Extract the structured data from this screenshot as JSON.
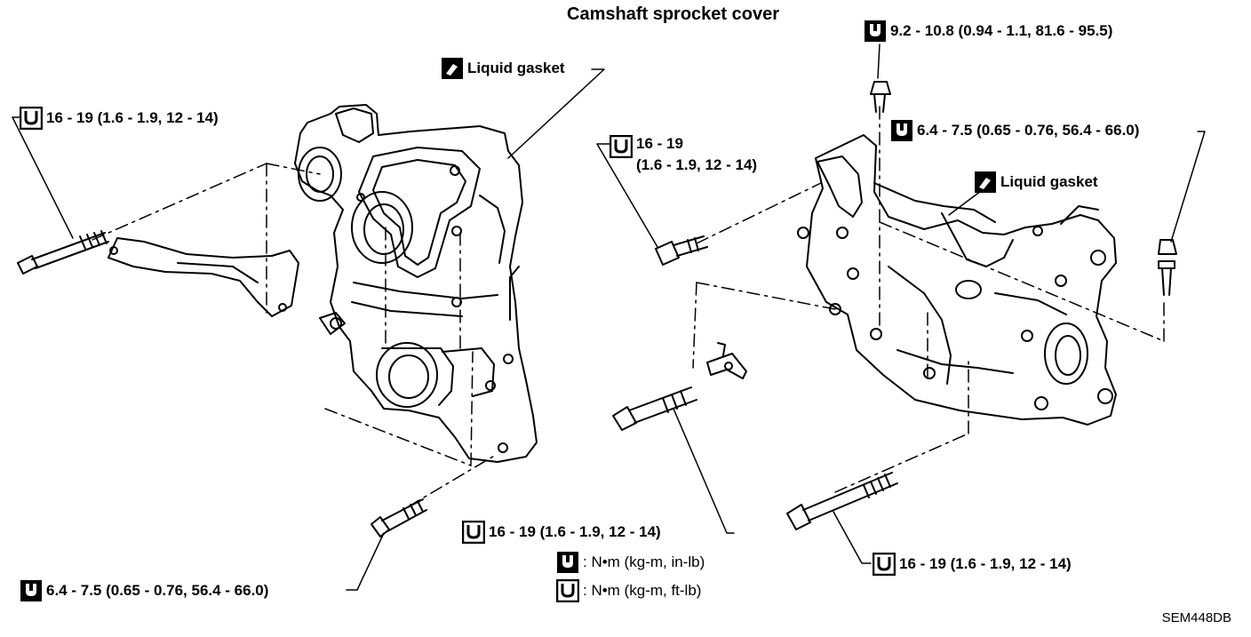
{
  "title": "Camshaft sprocket cover",
  "liquid_gasket": "Liquid gasket",
  "torques": {
    "camshaft_cover_bolt": "9.2 - 10.8 (0.94 - 1.1, 81.6 - 95.5)",
    "small_bolt": "6.4 - 7.5 (0.65 - 0.76, 56.4 - 66.0)",
    "large_bolt": "16 - 19 (1.6 - 1.9, 12 - 14)",
    "large_bolt_line1": "16 - 19",
    "large_bolt_line2": "(1.6 - 1.9, 12 - 14)"
  },
  "legend": {
    "inlb": ": N•m (kg-m, in-lb)",
    "ftlb": ": N•m (kg-m, ft-lb)"
  },
  "figure_code": "SEM448DB",
  "icons": {
    "torque_small": "wrench-socket-icon",
    "torque_large": "wrench-icon",
    "gasket": "liquid-gasket-icon"
  }
}
